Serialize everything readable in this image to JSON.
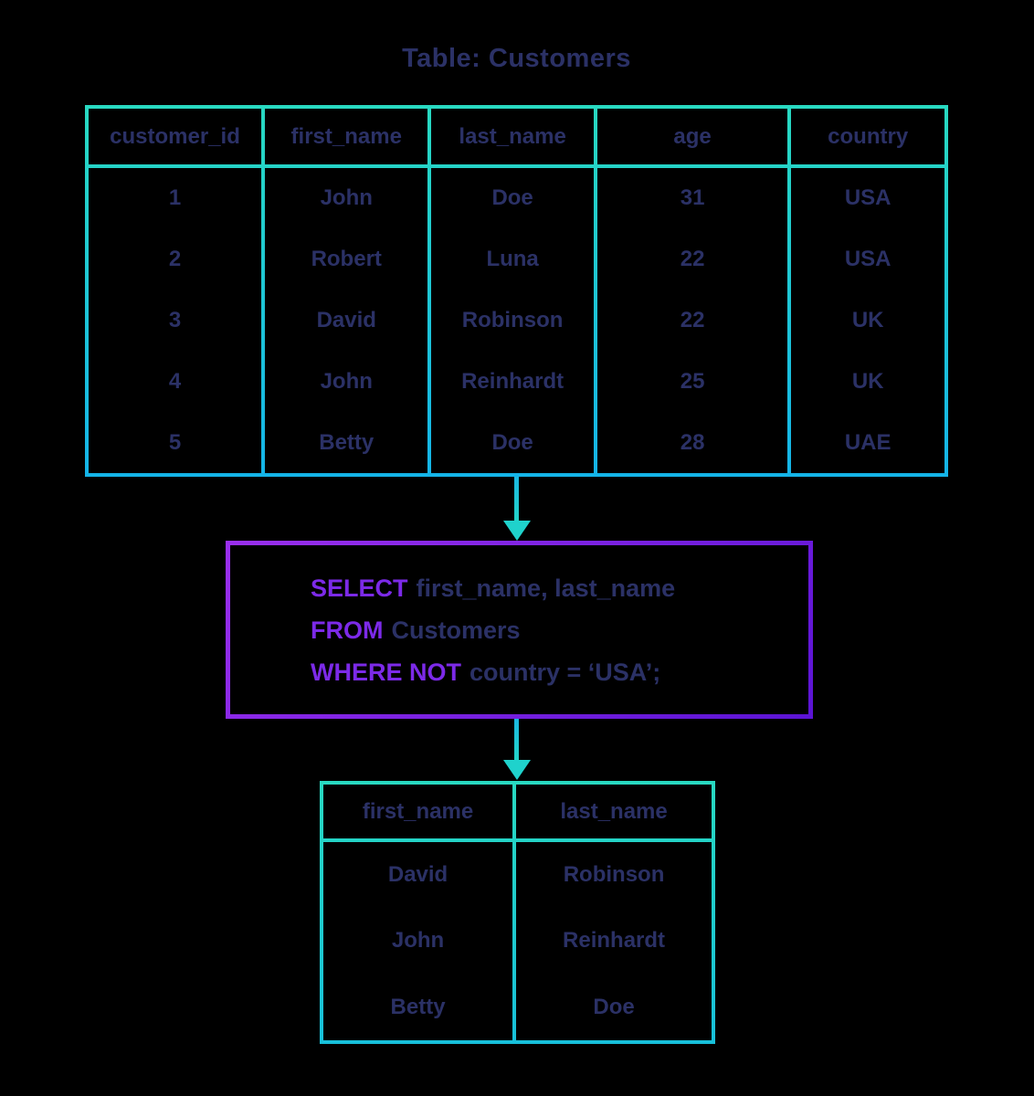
{
  "title": "Table: Customers",
  "colors": {
    "background": "#000000",
    "text_navy": "#2b3166",
    "table_border_teal": "#28d9c1",
    "table_border_blue": "#14b4e8",
    "sql_border_purple_start": "#9a2fee",
    "sql_border_purple_end": "#5b14d4",
    "sql_keyword_purple": "#7c2ae8",
    "arrow_teal": "#1fd2cc"
  },
  "customers_table": {
    "columns": [
      "customer_id",
      "first_name",
      "last_name",
      "age",
      "country"
    ],
    "rows": [
      [
        "1",
        "John",
        "Doe",
        "31",
        "USA"
      ],
      [
        "2",
        "Robert",
        "Luna",
        "22",
        "USA"
      ],
      [
        "3",
        "David",
        "Robinson",
        "22",
        "UK"
      ],
      [
        "4",
        "John",
        "Reinhardt",
        "25",
        "UK"
      ],
      [
        "5",
        "Betty",
        "Doe",
        "28",
        "UAE"
      ]
    ]
  },
  "sql": {
    "lines": [
      {
        "keyword": "SELECT",
        "rest": "first_name, last_name"
      },
      {
        "keyword": "FROM",
        "rest": "Customers"
      },
      {
        "keyword": "WHERE NOT",
        "rest": "country = ‘USA’;"
      }
    ]
  },
  "result_table": {
    "columns": [
      "first_name",
      "last_name"
    ],
    "rows": [
      [
        "David",
        "Robinson"
      ],
      [
        "John",
        "Reinhardt"
      ],
      [
        "Betty",
        "Doe"
      ]
    ]
  }
}
